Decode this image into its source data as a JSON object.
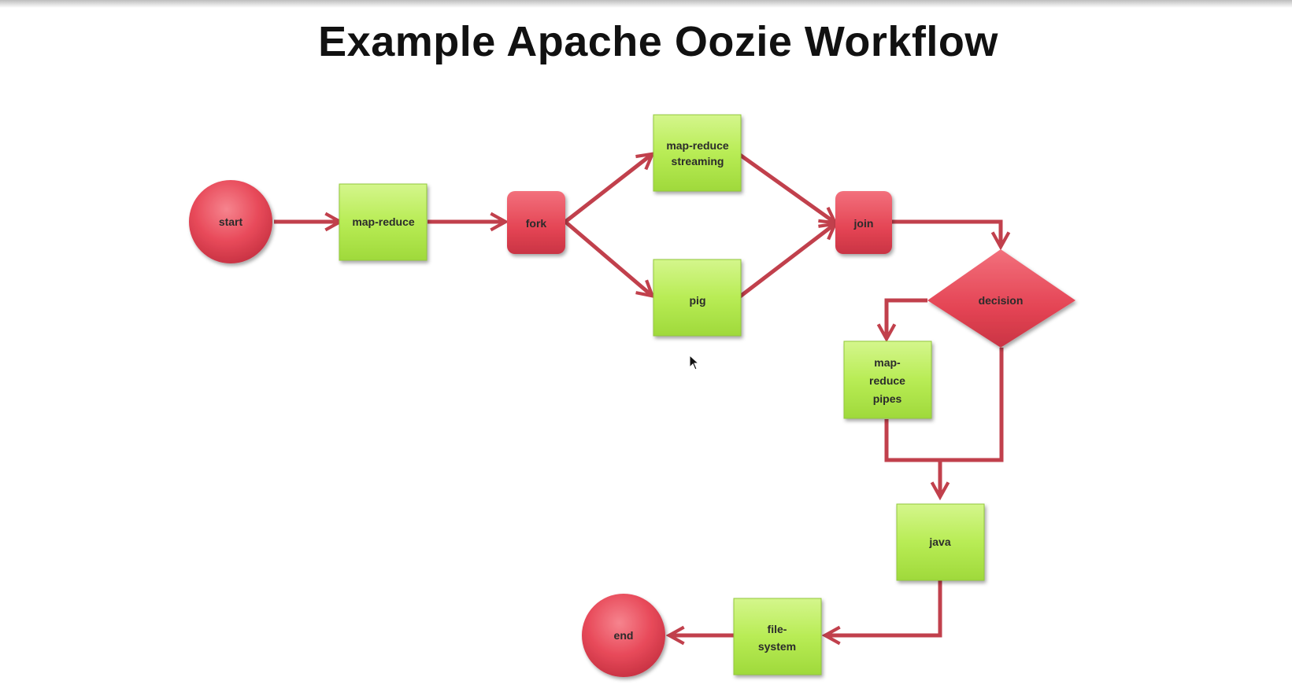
{
  "title": "Example Apache Oozie Workflow",
  "colors": {
    "action_node": "#b8ec55",
    "control_node": "#e84a5a",
    "edge": "#c1404c"
  },
  "nodes": {
    "start": "start",
    "map_reduce": "map-reduce",
    "fork": "fork",
    "map_reduce_streaming": [
      "map-reduce",
      "streaming"
    ],
    "pig": "pig",
    "join": "join",
    "decision": "decision",
    "map_reduce_pipes": [
      "map-",
      "reduce",
      "pipes"
    ],
    "java": "java",
    "file_system": [
      "file-",
      "system"
    ],
    "end": "end"
  }
}
